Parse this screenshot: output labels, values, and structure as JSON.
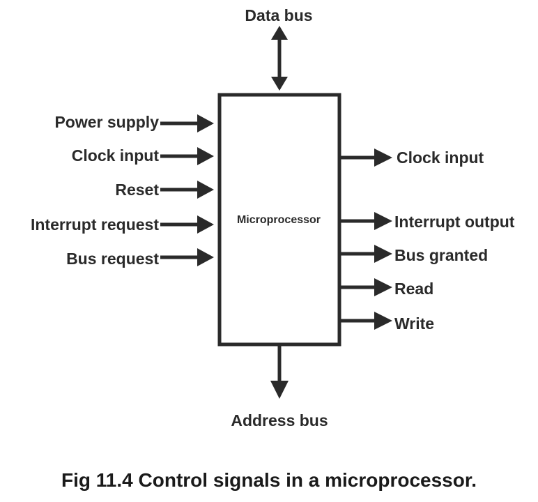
{
  "diagram": {
    "block_label": "Microprocessor",
    "top": {
      "label": "Data bus"
    },
    "bottom": {
      "label": "Address bus"
    },
    "inputs": [
      {
        "label": "Power supply"
      },
      {
        "label": "Clock input"
      },
      {
        "label": "Reset"
      },
      {
        "label": "Interrupt request"
      },
      {
        "label": "Bus request"
      }
    ],
    "outputs": [
      {
        "label": "Clock input"
      },
      {
        "label": "Interrupt output"
      },
      {
        "label": "Bus granted"
      },
      {
        "label": "Read"
      },
      {
        "label": "Write"
      }
    ]
  },
  "caption": "Fig 11.4 Control signals in a microprocessor.",
  "colors": {
    "ink": "#2a2a2a",
    "background": "#ffffff"
  }
}
